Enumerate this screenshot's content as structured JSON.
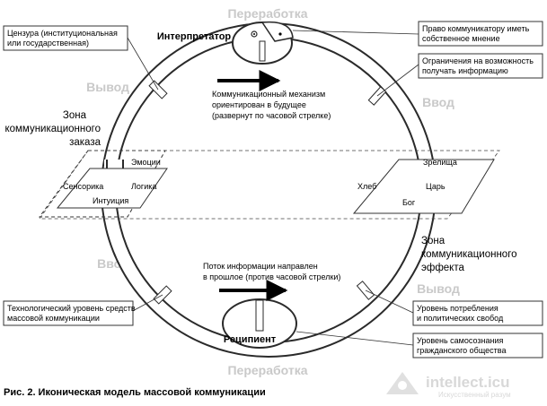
{
  "watermarks": {
    "top": "Переработка",
    "bottom": "Переработка",
    "vyvod_left": "Вывод",
    "vvod_right": "Ввод",
    "vvod_left": "Ввод",
    "vyvod_right": "Вывод"
  },
  "boxes": {
    "censorship": [
      "Цензура (институциональная",
      "или государственная)"
    ],
    "right_opinion": [
      "Право коммуникатору иметь",
      "собственное мнение"
    ],
    "restrictions": [
      "Ограничения на возможность",
      "получать информацию"
    ],
    "tech_level": [
      "Технологический уровень средств",
      "массовой коммуникации"
    ],
    "consumption": [
      "Уровень потребления",
      "и политических свобод"
    ],
    "self_awareness": [
      "Уровень самосознания",
      "гражданского общества"
    ]
  },
  "nodes": {
    "interpreter": "Интерпретатор",
    "recipient": "Реципиент"
  },
  "zones": {
    "order": [
      "Зона",
      "коммуникационного",
      "заказа"
    ],
    "effect": [
      "Зона",
      "коммуникационного",
      "эффекта"
    ]
  },
  "notes": {
    "future": [
      "Коммуникационный механизм",
      "ориентирован в будущее",
      "(развернут по часовой стрелке)"
    ],
    "past": [
      "Поток информации направлен",
      "в прошлое (против часовой стрелки)"
    ]
  },
  "left_plane": {
    "emotions": "Эмоции",
    "sensorics": "Сенсорика",
    "logic": "Логика",
    "intuition": "Интуиция"
  },
  "right_plane": {
    "spectacles": "Зрелища",
    "bread": "Хлеб",
    "king": "Царь",
    "god": "Бог"
  },
  "caption": "Рис. 2. Иконическая модель массовой коммуникации",
  "brand": {
    "name": "intellect.icu",
    "tagline": "Искусственный разум"
  }
}
